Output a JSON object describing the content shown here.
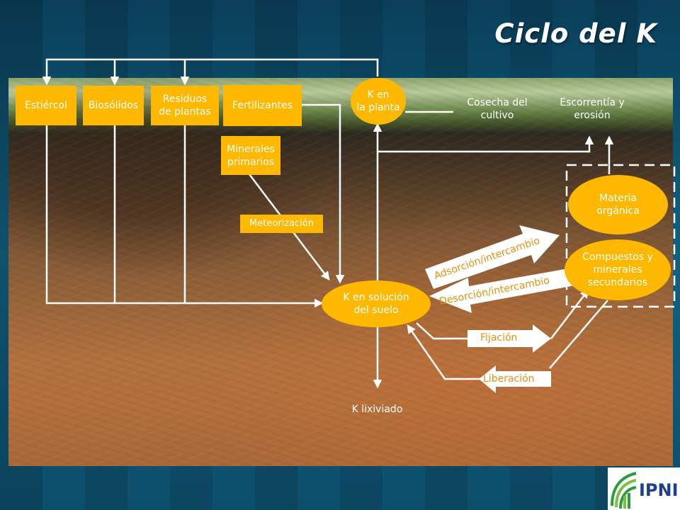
{
  "title": "Ciclo del K",
  "nodes": {
    "estiercol": "Estiércol",
    "biosolidos": "Biosólidos",
    "residuos": "Residuos\nde plantas",
    "fertilizantes": "Fertilizantes",
    "k_planta": "K en\nla planta",
    "cosecha": "Cosecha del\ncultivo",
    "escorrentia": "Escorrentía y\nerosión",
    "minerales_primarios": "Minerales\nprimarios",
    "meteorizacion": "Meteorización",
    "materia_organica": "Materia\norgánica",
    "compuestos": "Compuestos y\nminerales\nsecundarios",
    "k_solucion": "K en solución\ndel suelo",
    "k_lixiviado": "K lixiviado",
    "fijacion": "Fijación",
    "liberacion": "Liberación"
  },
  "arrow_labels": {
    "adsorcion": "Adsorción/intercambio",
    "desorcion": "Desorción/intercambio"
  },
  "logo": {
    "text": "IPNI"
  },
  "colors": {
    "box_fill": "#ffb800",
    "arrow": "#ffffff",
    "label_text": "#e8900e"
  }
}
